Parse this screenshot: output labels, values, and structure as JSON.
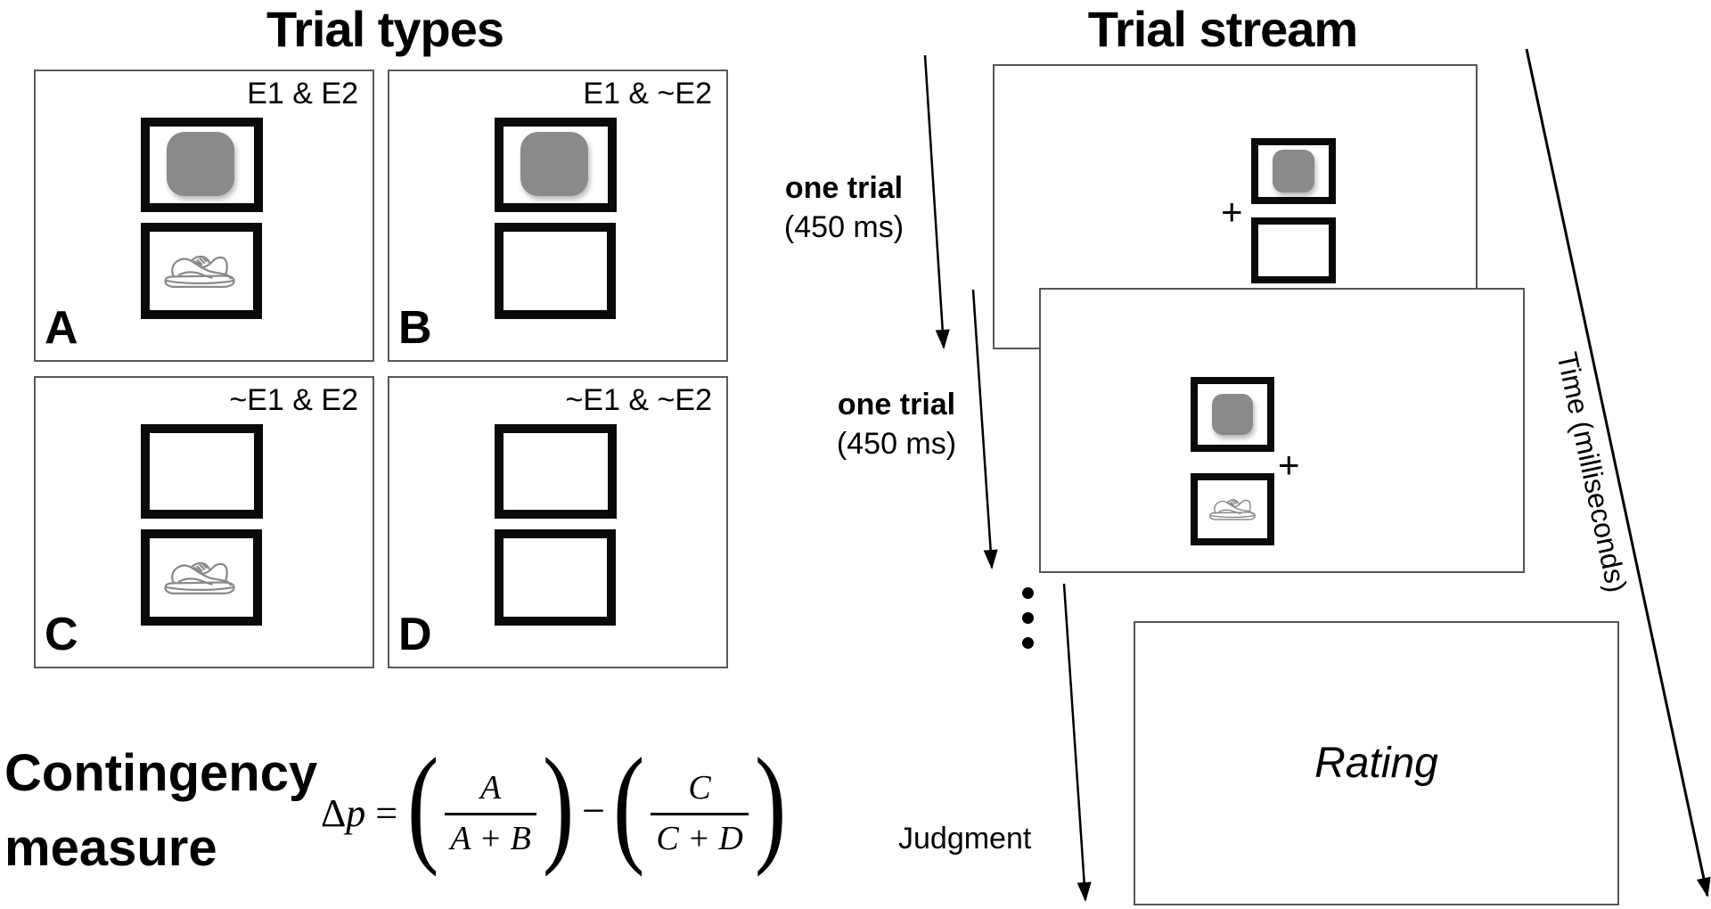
{
  "left": {
    "title": "Trial types",
    "panels": [
      {
        "letter": "A",
        "condition": "E1 & E2",
        "top_stimulus": "gray-square",
        "bottom_stimulus": "shoe"
      },
      {
        "letter": "B",
        "condition": "E1 & ~E2",
        "top_stimulus": "gray-square",
        "bottom_stimulus": "none"
      },
      {
        "letter": "C",
        "condition": "~E1 & E2",
        "top_stimulus": "none",
        "bottom_stimulus": "shoe"
      },
      {
        "letter": "D",
        "condition": "~E1 & ~E2",
        "top_stimulus": "none",
        "bottom_stimulus": "none"
      }
    ],
    "contingency": {
      "label_line1": "Contingency",
      "label_line2": "measure",
      "formula": {
        "delta": "Δ",
        "p": "p",
        "equals": " = ",
        "open_paren": "(",
        "close_paren": ")",
        "minus": "−",
        "frac1_num": "A",
        "frac1_den": "A + B",
        "frac2_num": "C",
        "frac2_den": "C + D"
      }
    }
  },
  "right": {
    "title": "Trial stream",
    "trial_label_1": {
      "line1": "one trial",
      "line2": "(450 ms)"
    },
    "trial_label_2": {
      "line1": "one trial",
      "line2": "(450 ms)"
    },
    "fixation": "+",
    "judgment_label": "Judgment",
    "rating_label": "Rating",
    "time_axis_label": "Time (milliseconds)",
    "trial_duration_ms": 450
  },
  "colors": {
    "stimulus_gray": "#8a8a8a",
    "box_border_black": "#0a0a0a",
    "panel_border_gray": "#5a5a5a",
    "arrow_black": "#000000"
  }
}
